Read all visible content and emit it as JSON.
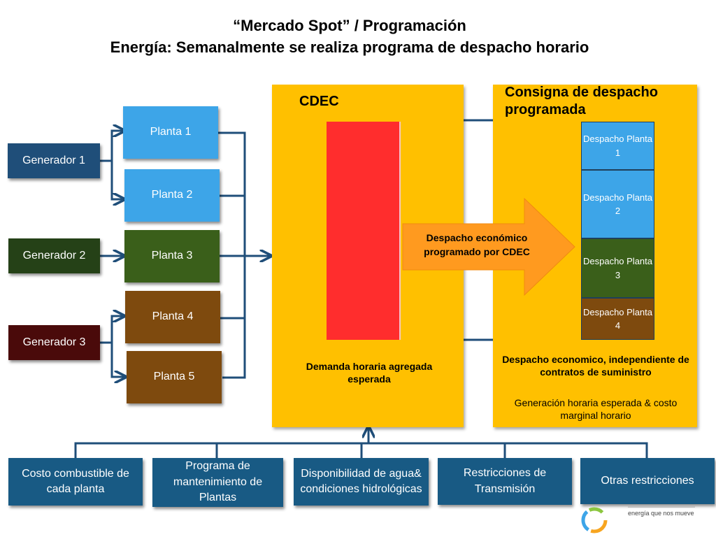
{
  "title": {
    "line1": "“Mercado Spot” / Programación",
    "line2": "Energía: Semanalmente se realiza programa de despacho horario"
  },
  "generators": [
    "Generador 1",
    "Generador 2",
    "Generador 3"
  ],
  "plants": [
    "Planta 1",
    "Planta 2",
    "Planta 3",
    "Planta 4",
    "Planta 5"
  ],
  "cdec": {
    "title": "CDEC",
    "demand_label": "Demanda horaria agregada esperada",
    "arrow_label": "Despacho económico programado por CDEC"
  },
  "consigna": {
    "title": "Consigna de despacho programada",
    "dispatch": [
      "Despacho Planta 1",
      "Despacho Planta 2",
      "Despacho Planta 3",
      "Despacho Planta 4"
    ],
    "caption_bold": "Despacho economico, independiente de contratos de suministro",
    "caption_normal": "Generación horaria esperada & costo marginal horario"
  },
  "inputs": [
    "Costo combustible de cada planta",
    "Programa de mantenimiento de Plantas",
    "Disponibilidad de agua& condiciones hidrológicas",
    "Restricciones de Transmisión",
    "Otras restricciones"
  ],
  "logo": {
    "tagline": "energía que nos mueve"
  },
  "colors": {
    "gen1": "#1F4E79",
    "gen2": "#254117",
    "gen3": "#4A0A0A",
    "plant_blue": "#3DA5E8",
    "plant_green": "#3A5F1A",
    "plant_brown": "#7E4A0E",
    "panel": "#FFC000",
    "demand": "#FF2D2D",
    "arrow": "#FF9A1F",
    "input_box": "#185A84",
    "line": "#1F4E79"
  }
}
